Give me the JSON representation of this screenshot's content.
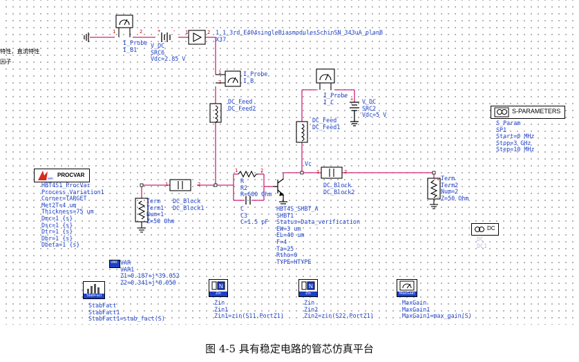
{
  "sidebar_fragments": [
    "特性，直流特性",
    "因子"
  ],
  "components": {
    "probe_b1": {
      "l1": "I_Probe",
      "l2": "I_B1"
    },
    "vdc_src6": {
      "l1": "V_DC",
      "l2": "SRC6",
      "l3": "Vdc=2.85 V"
    },
    "subckt": {
      "l1": "1_1_3rd_E404singleBiasmodulesSchinSN_343uA_planB",
      "l2": "X37"
    },
    "probe_b": {
      "l1": "I_Probe",
      "l2": "I_B"
    },
    "dcfeed2": {
      "l1": "DC_Feed",
      "l2": "DC_Feed2"
    },
    "probe_c": {
      "l1": "I_Probe",
      "l2": "I_C"
    },
    "vdc_src2": {
      "l1": "V_DC",
      "l2": "SRC2",
      "l3": "Vdc=5 V"
    },
    "dcfeed1": {
      "l1": "DC_Feed",
      "l2": "DC_Feed1"
    },
    "vc_label": "Vc",
    "r2": {
      "l1": "R",
      "l2": "R2",
      "l3": "R=600 Ohm"
    },
    "c3": {
      "l1": "C",
      "l2": "C3",
      "l3": "C=1.5 pF"
    },
    "hbt": {
      "l1": "HBT4S_SHBT_A",
      "l2": "SHBT1",
      "l3": "Status=Data_verification",
      "l4": "EW=3 um",
      "l5": "EL=40 um",
      "l6": "F=4",
      "l7": "Ta=25",
      "l8": "Rtho=0",
      "l9": "TYPE=HTYPE"
    },
    "dcblock1": {
      "l1": "DC_Block",
      "l2": "DC_Block1"
    },
    "term1": {
      "l1": "Term",
      "l2": "Term1",
      "l3": "Num=1",
      "l4": "Z=50 Ohm"
    },
    "dcblock2": {
      "l1": "DC_Block",
      "l2": "DC_Block2"
    },
    "term2": {
      "l1": "Term",
      "l2": "Term2",
      "l3": "Num=2",
      "l4": "Z=50 Ohm"
    },
    "procvar": {
      "title": "PROCVAR",
      "l1": "HBT4S1_ProcVar",
      "l2": "Process_Variation1",
      "l3": "Corner=TARGET",
      "l4": "Met2T=4 um",
      "l5": "Thickness=75 um",
      "l6": "Dmc=1 {s}",
      "l7": "Dsc=1 {s}",
      "l8": "Dtr=1 {s}",
      "l9": "Dbr=1 {s}",
      "l10": "Dbeta=1 {s}"
    },
    "sparam": {
      "title": "S-PARAMETERS",
      "l1": "S_Param",
      "l2": "SP1",
      "l3": "Start=0 MHz",
      "l4": "Stop=3 GHz",
      "l5": "Step=10 MHz"
    },
    "dc_sim": {
      "icon_label": "DC",
      "l1": "DC",
      "l2": "DC1"
    },
    "var": {
      "tag": "VAR",
      "l1": "VAR",
      "l2": "VAR1",
      "l3": "Z1=0.187+j*39.052",
      "l4": "Z2=0.341+j*0.050"
    },
    "stabfact": {
      "icon_label": "StabFact",
      "l1": "StabFact",
      "l2": "StabFact1",
      "l3": "StabFact1=stab_fact(S)"
    },
    "zin1": {
      "icon_label": "Zin",
      "l1": "Zin",
      "l2": "Zin1",
      "l3": "Zin1=zin(S11,PortZ1)"
    },
    "zin2": {
      "icon_label": "Zin",
      "l1": "Zin",
      "l2": "Zin2",
      "l3": "Zin2=zin(S22,PortZ1)"
    },
    "maxgain": {
      "icon_label": "MaxGain",
      "l1": "MaxGain",
      "l2": "MaxGain1",
      "l3": "MaxGain1=max_gain(S)"
    }
  },
  "pin_marks": {
    "one": "1",
    "two": "2",
    "plus": "+",
    "minus": "-"
  },
  "caption": "图 4-5  具有稳定电路的管芯仿真平台",
  "colors": {
    "wire": "#cc2277",
    "text": "#1d3fc7",
    "component": "#000000",
    "node": "#cc0000"
  }
}
